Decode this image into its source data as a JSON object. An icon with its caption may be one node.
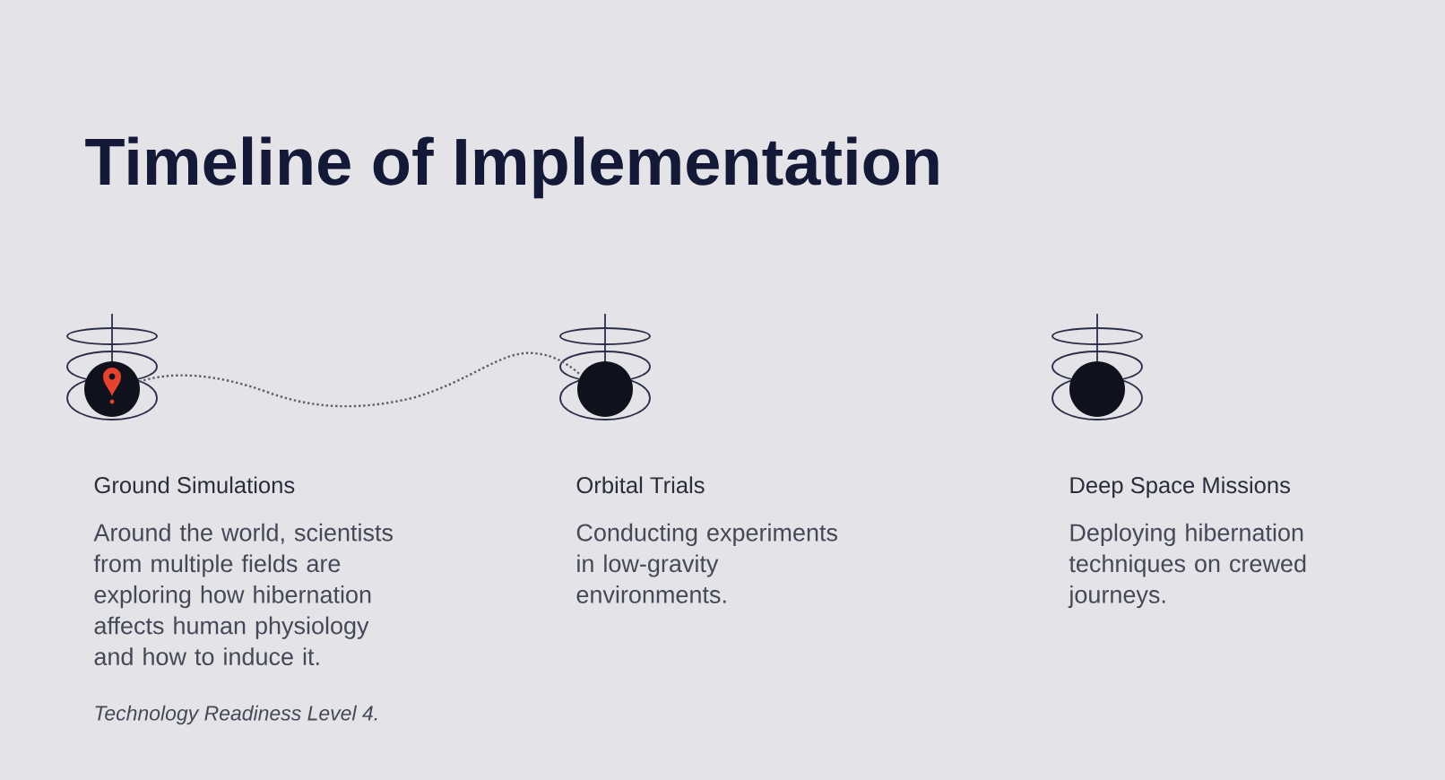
{
  "diagram": {
    "title": "Timeline of Implementation",
    "nodes": [
      {
        "text": [],
        "shape": "picture",
        "beside": [
          "Ground Simulations",
          "Around the world, scientists from multiple fields are exploring how hibernation affects human physiology and how to induce it.",
          "Technology Readiness Level 4."
        ]
      },
      {
        "text": [],
        "shape": "picture",
        "beside": [
          "Orbital Trials",
          "Conducting experiments in low-gravity environments."
        ]
      },
      {
        "text": [],
        "shape": "picture",
        "beside": [
          "Deep Space Missions",
          "Deploying hibernation techniques on crewed journeys."
        ]
      }
    ],
    "edges": [
      {
        "from": 0,
        "to": 1,
        "arrow": "none",
        "style": "dashed"
      }
    ]
  }
}
